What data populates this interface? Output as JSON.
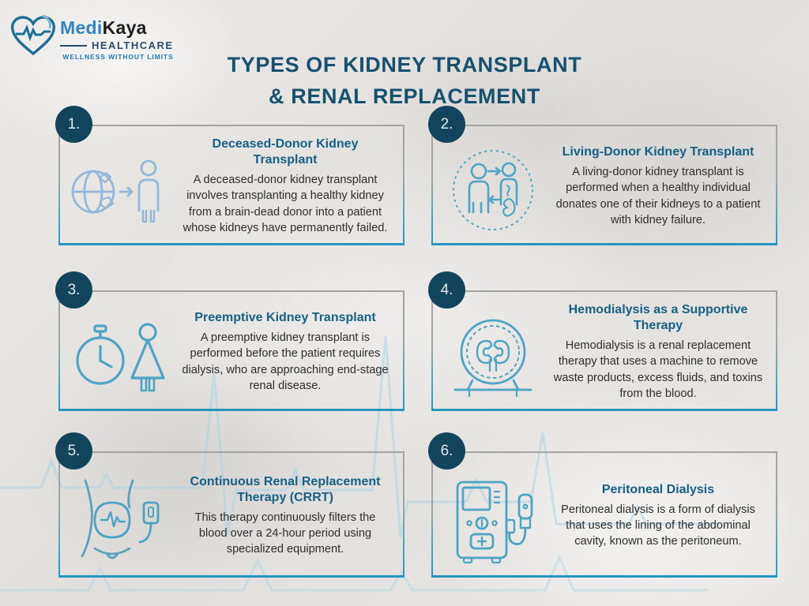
{
  "logo": {
    "name_part1": "Medi",
    "name_part2": "Kaya",
    "subtitle": "HEALTHCARE",
    "tagline": "WELLNESS WITHOUT LIMITS"
  },
  "title": {
    "line1": "TYPES OF KIDNEY TRANSPLANT",
    "line2": "& RENAL REPLACEMENT"
  },
  "colors": {
    "title_text": "#16516f",
    "card_title_text": "#176084",
    "body_text": "#2e2e2e",
    "number_circle_bg": "#12455c",
    "border_top_gray": "#a5a3a0",
    "border_bottom_teal": "#2596be",
    "icon_teal": "#4da4c2",
    "icon_light_blue": "#93b7d8",
    "ecg_line": "#a9d4e5",
    "background_paper": "#e7e5e2"
  },
  "cards": [
    {
      "number": "1.",
      "icon": "globe-to-recipient-icon",
      "title": "Deceased-Donor Kidney Transplant",
      "body": "A deceased-donor kidney transplant involves transplanting a healthy kidney from a brain-dead donor into a patient whose kidneys have permanently failed."
    },
    {
      "number": "2.",
      "icon": "donor-exchange-icon",
      "title": "Living-Donor Kidney Transplant",
      "body": "A living-donor kidney transplant is performed when a healthy individual donates one of their kidneys to a patient with kidney failure."
    },
    {
      "number": "3.",
      "icon": "stopwatch-patient-icon",
      "title": "Preemptive Kidney Transplant",
      "body": "A preemptive kidney transplant is performed before the patient requires dialysis, who are approaching end-stage renal disease."
    },
    {
      "number": "4.",
      "icon": "dialyzer-kidneys-icon",
      "title": "Hemodialysis as a Supportive Therapy",
      "body": "Hemodialysis is a renal replacement therapy that uses a machine to remove waste products, excess fluids, and toxins from the blood."
    },
    {
      "number": "5.",
      "icon": "abdomen-crrt-icon",
      "title": "Continuous Renal Replacement Therapy (CRRT)",
      "body": "This therapy continuously filters the blood over a 24-hour period using specialized equipment."
    },
    {
      "number": "6.",
      "icon": "dialysis-machine-icon",
      "title": "Peritoneal Dialysis",
      "body": "Peritoneal dialysis is a form of dialysis that uses the lining of the abdominal cavity, known as the peritoneum."
    }
  ]
}
